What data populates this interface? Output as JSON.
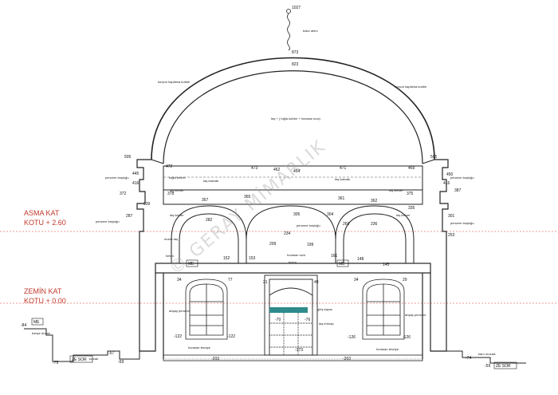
{
  "levels": {
    "mezzanine_name": "ASMA  KAT",
    "mezzanine_elev": "KOTU + 2.60",
    "ground_name": "ZEMİN KAT",
    "ground_elev": "KOTU + 0.00"
  },
  "watermark": "© GERAY MİMARLIK",
  "colors": {
    "level_lines": "#e53935",
    "level_text": "#c0392b",
    "ink": "#222222",
    "hatch": "#2e8b8b"
  },
  "top": {
    "finial_elev": "1027",
    "finial_label": "bakır alem",
    "dome_top_elev": "873",
    "dome_top_elev2": "823"
  },
  "dome": {
    "cover_left": "kurşun kaplama kubbe",
    "cover_right": "kurşun kaplama kubbe",
    "material_note": "taş + ( tuğla kubbe + horasan sıva)"
  },
  "left_dims": [
    "505",
    "472",
    "445",
    "416",
    "378",
    "372",
    "339",
    "287"
  ],
  "right_dims": [
    "505",
    "469",
    "450",
    "416",
    "375",
    "387",
    "301",
    "253",
    "335"
  ],
  "mid_dims": [
    "473",
    "462",
    "454",
    "471",
    "365",
    "362",
    "357",
    "361",
    "305",
    "304",
    "282",
    "269",
    "234",
    "236",
    "199",
    "209",
    "152",
    "153",
    "161",
    "148",
    "145"
  ],
  "labels": {
    "pencere_l1": "pencere boşluğu",
    "pencere_l2": "pencere boşluğu",
    "pencere_r1": "pencere boşluğu",
    "pencere_r2": "pencere boşluğu",
    "tugla_kemer": "tuğla kemer",
    "tas_kasnak_l": "taş kasnak",
    "tas_kasnak_r": "taş kasnak",
    "tas_kemer_l": "taş kemer",
    "tas_kemer_r": "taş kemer",
    "tas_kemer_l2": "taş kemer",
    "tas_kemer_r2": "taş kemer",
    "moloz_tas": "moloz taş",
    "beton_l": "beton",
    "beton_c": "beton",
    "horasan_siva": "horasan sıva",
    "pencere_c": "pencere boşluğu",
    "ahsap_l": "ahşap pencere",
    "ahsap_r": "ahşap pencere",
    "giris_kapisi": "giriş kapısı",
    "tas_imhrap": "taş imhrap",
    "horasan_l": "horasan tesviye",
    "horasan_r": "horasan tesviye",
    "bahce_duvari": "bahçe duvarı",
    "toprak": "toprak",
    "kare_moozik": "karo mozaik",
    "me_l": "ME",
    "me_c": "ME",
    "me_r": "ME",
    "ze_l": "ZE SOR",
    "ze_r": "ZE SOR"
  },
  "ground_dims": {
    "n84": "-84",
    "n75": "-75",
    "n57": "-57",
    "n122a": "-122",
    "n122b": "-122",
    "n203a": "-203",
    "n203b": "-203",
    "n70a": "-70",
    "n76": "-76",
    "n173": "-173",
    "n126a": "-126",
    "n126b": "-126",
    "n34a": "34",
    "n77": "77",
    "n34b": "34",
    "n29": "29",
    "n49": "49",
    "n21": "21",
    "n74": "-74",
    "n59": "-59",
    "n69": "-69"
  }
}
